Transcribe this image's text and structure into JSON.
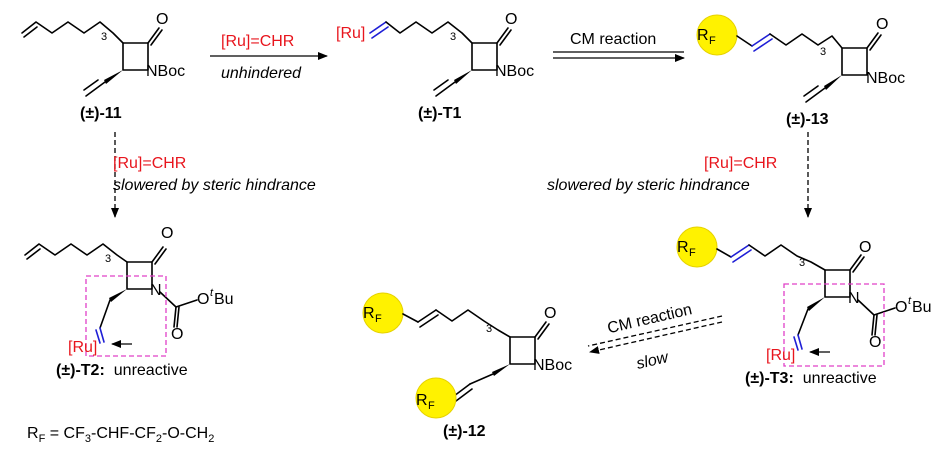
{
  "compounds": {
    "c11": "(±)-11",
    "t1": "(±)-T1",
    "c13": "(±)-13",
    "t2_label": "(±)-T2:",
    "t3_label": "(±)-T3:",
    "c12": "(±)-12",
    "unreactive": "unreactive"
  },
  "atoms": {
    "oxygen": "O",
    "nboc": "NBoc",
    "nitrogen": "N",
    "tbu_o": "O",
    "tbu_t": "t",
    "tbu_bu": "Bu",
    "ru": "[Ru]",
    "chain_index": "3",
    "rf_r": "R",
    "rf_f": "F"
  },
  "arrows": {
    "catalyst": "[Ru]=CHR",
    "unhindered": "unhindered",
    "cm_reaction": "CM reaction",
    "slowered": "slowered by steric hindrance",
    "slow": "slow"
  },
  "footnote": {
    "r": "R",
    "f_sub": "F",
    "eq": " = CF",
    "sub3": "3",
    "mid": "-CHF-CF",
    "sub2a": "2",
    "tail": "-O-CH",
    "sub2b": "2"
  },
  "colors": {
    "catalyst_text": "#e8151d",
    "vinyl_bond": "#1f1fd6",
    "rf_sphere": "#fff200",
    "highlight_box": "#e040c8"
  }
}
